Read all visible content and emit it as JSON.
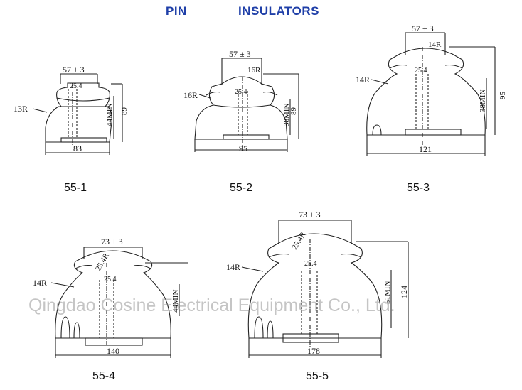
{
  "header": {
    "title_left": "PIN",
    "title_right": "INSULATORS"
  },
  "watermark": "Qingdao Cosine Electrical Equipment Co., Ltd.",
  "insulators": [
    {
      "model": "55-1",
      "top_dim": "57 ± 3",
      "bottom_dim": "83",
      "radius": "13R",
      "inner": "25.4",
      "pin": "44MIN",
      "height": "89"
    },
    {
      "model": "55-2",
      "top_dim": "57 ± 3",
      "bottom_dim": "95",
      "radius": "16R",
      "top_radius": "16R",
      "inner": "25.4",
      "pin": "38MIN",
      "height": "89"
    },
    {
      "model": "55-3",
      "top_dim": "57 ± 3",
      "bottom_dim": "121",
      "radius": "14R",
      "top_radius": "14R",
      "inner": "25.4",
      "pin": "38MIN",
      "height": "95"
    },
    {
      "model": "55-4",
      "top_dim": "73 ± 3",
      "bottom_dim": "140",
      "radius": "14R",
      "top_radius": "25.4R",
      "inner": "25.4",
      "pin": "44MIN"
    },
    {
      "model": "55-5",
      "top_dim": "73 ± 3",
      "bottom_dim": "178",
      "radius": "14R",
      "top_radius": "25.4R",
      "inner": "25.4",
      "pin": "51MIN",
      "height": "124"
    }
  ]
}
